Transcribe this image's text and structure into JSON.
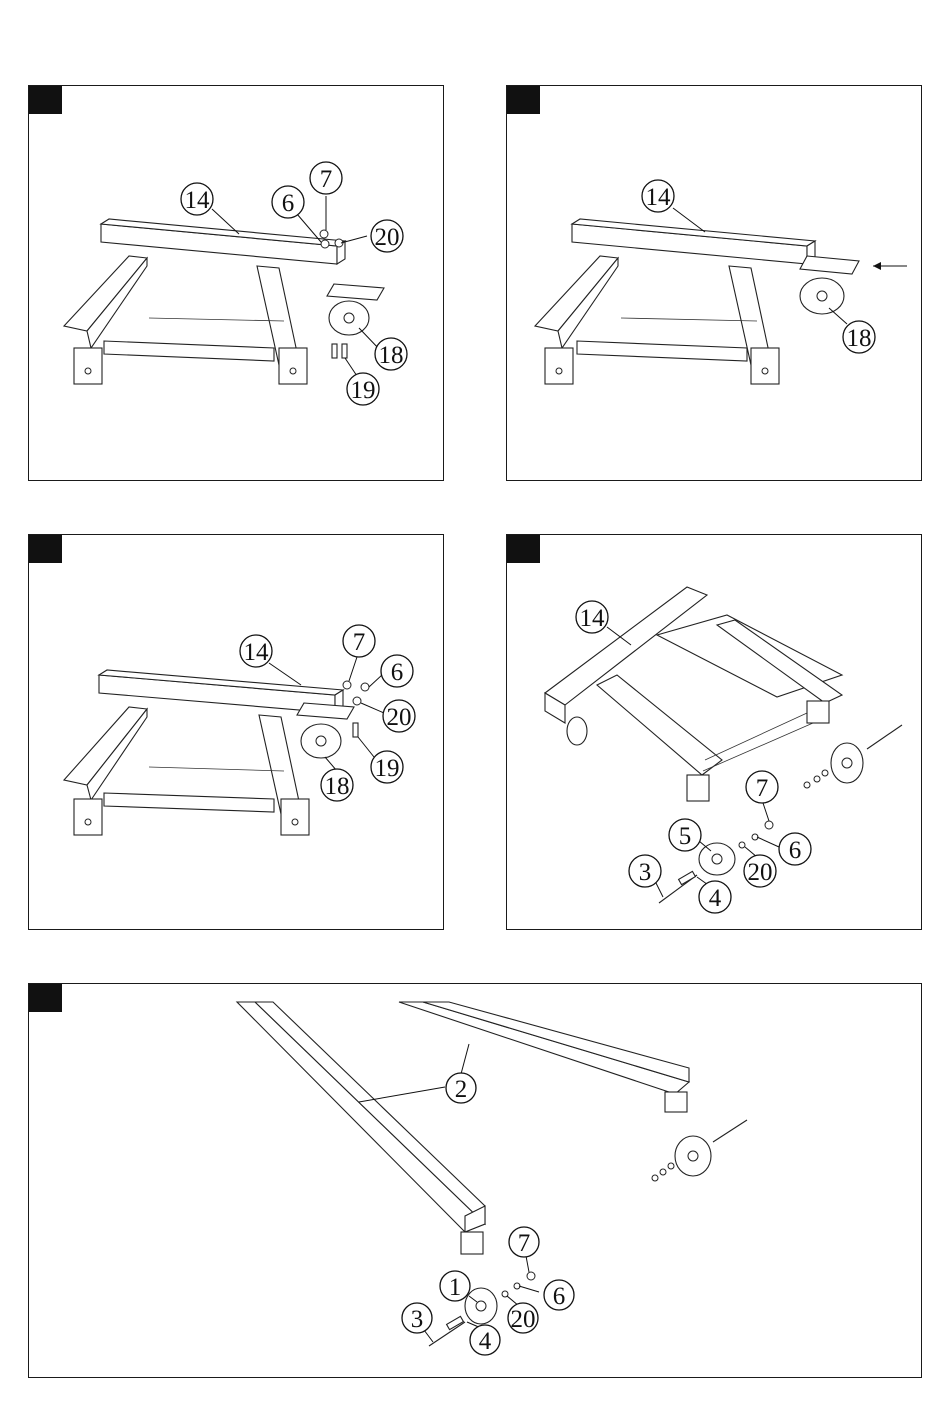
{
  "panels": [
    {
      "id": "panel-1",
      "callouts": [
        {
          "label": "14"
        },
        {
          "label": "7"
        },
        {
          "label": "6"
        },
        {
          "label": "20"
        },
        {
          "label": "18"
        },
        {
          "label": "19"
        }
      ]
    },
    {
      "id": "panel-2",
      "callouts": [
        {
          "label": "14"
        },
        {
          "label": "18"
        }
      ]
    },
    {
      "id": "panel-3",
      "callouts": [
        {
          "label": "14"
        },
        {
          "label": "7"
        },
        {
          "label": "6"
        },
        {
          "label": "20"
        },
        {
          "label": "18"
        },
        {
          "label": "19"
        }
      ]
    },
    {
      "id": "panel-4",
      "callouts": [
        {
          "label": "14"
        },
        {
          "label": "7"
        },
        {
          "label": "5"
        },
        {
          "label": "6"
        },
        {
          "label": "3"
        },
        {
          "label": "20"
        },
        {
          "label": "4"
        }
      ]
    },
    {
      "id": "panel-5",
      "callouts": [
        {
          "label": "2"
        },
        {
          "label": "7"
        },
        {
          "label": "1"
        },
        {
          "label": "6"
        },
        {
          "label": "3"
        },
        {
          "label": "20"
        },
        {
          "label": "4"
        }
      ]
    }
  ]
}
